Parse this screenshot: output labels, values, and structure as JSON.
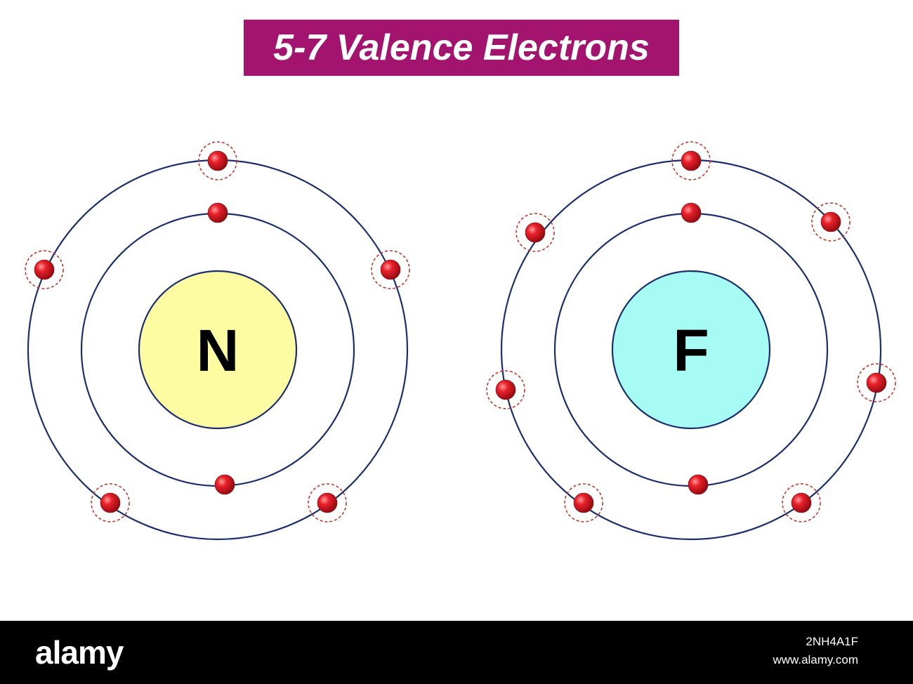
{
  "title": "5-7 Valence Electrons",
  "colors": {
    "title_background": "#a3146f",
    "orbit": "#1b2f6e",
    "electron": "#d4141f",
    "valence_ring": "#c0392b"
  },
  "atoms": [
    {
      "symbol": "N",
      "nucleus_color": "#fdfca3",
      "inner_shell_electrons": 2,
      "valence_electrons": 5
    },
    {
      "symbol": "F",
      "nucleus_color": "#a6fbf4",
      "inner_shell_electrons": 2,
      "valence_electrons": 7
    }
  ],
  "footer": {
    "brand": "alamy",
    "image_id": "2NH4A1F",
    "site": "www.alamy.com"
  }
}
